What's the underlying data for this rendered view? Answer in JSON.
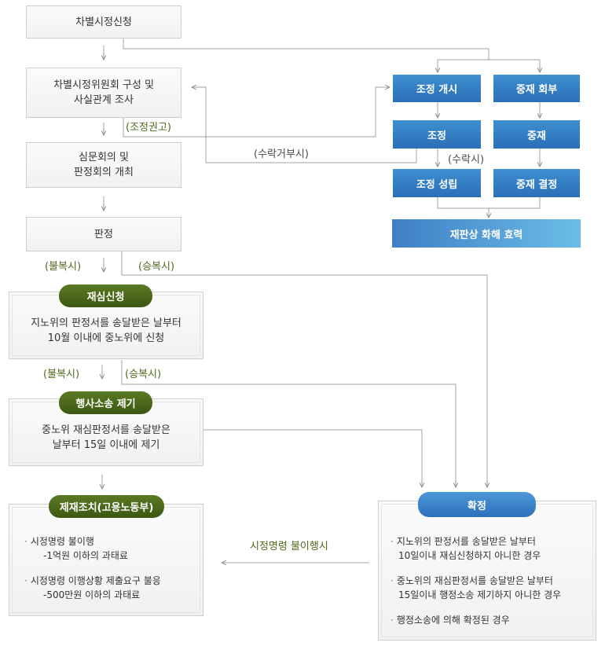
{
  "flow": {
    "apply": "차별시정신청",
    "committee": [
      "차별시정위원회 구성 및",
      "사실관계 조사"
    ],
    "hearing": [
      "심문회의 및",
      "판정회의 개최"
    ],
    "decision": "판정"
  },
  "mediation": {
    "start": "조정 개시",
    "process": "조정",
    "success": "조정 성립",
    "arbitration_refer": "중재 회부",
    "arbitration": "중재",
    "arbitration_decision": "중재 결정",
    "effect": "재판상 화해 효력"
  },
  "labels": {
    "recommend": "(조정권고)",
    "refuse": "(수락거부시)",
    "accept": "(수락시)",
    "object1": "(불복시)",
    "win1": "(승복시)",
    "object2": "(불복시)",
    "win2": "(승복시)",
    "noncompliance": "시정명령 불이행시"
  },
  "reexam": {
    "title": "재심신청",
    "body": [
      "지노위의 판정서를 송달받은 날부터",
      "10월 이내에 중노위에 신청"
    ]
  },
  "lawsuit": {
    "title": "행사소송 제기",
    "body": [
      "중노위 재심판정서를 송달받은",
      "날부터 15일 이내에 제기"
    ]
  },
  "sanction": {
    "title": "제재조치(고용노동부)",
    "items": [
      {
        "main": "시정명령 불이행",
        "sub": "-1억원 이하의 과태료"
      },
      {
        "main": "시정명령 이행상황 제출요구 불응",
        "sub": "-500만원 이하의 과태료"
      }
    ]
  },
  "final": {
    "title": "확정",
    "items": [
      [
        "지노위의 판정서를 송달받은 날부터",
        "10일이내 재심신청하지 아니한 경우"
      ],
      [
        "중노위의 재심판정서를 송달받은 날부터",
        "15일이내 행정소송 제기하지 아니한 경우"
      ],
      [
        "행정소송에 의해 확정된 경우"
      ]
    ]
  },
  "colors": {
    "green": "#4a6a1a",
    "blue": "#2d70ba",
    "line": "#9a9a9a"
  }
}
